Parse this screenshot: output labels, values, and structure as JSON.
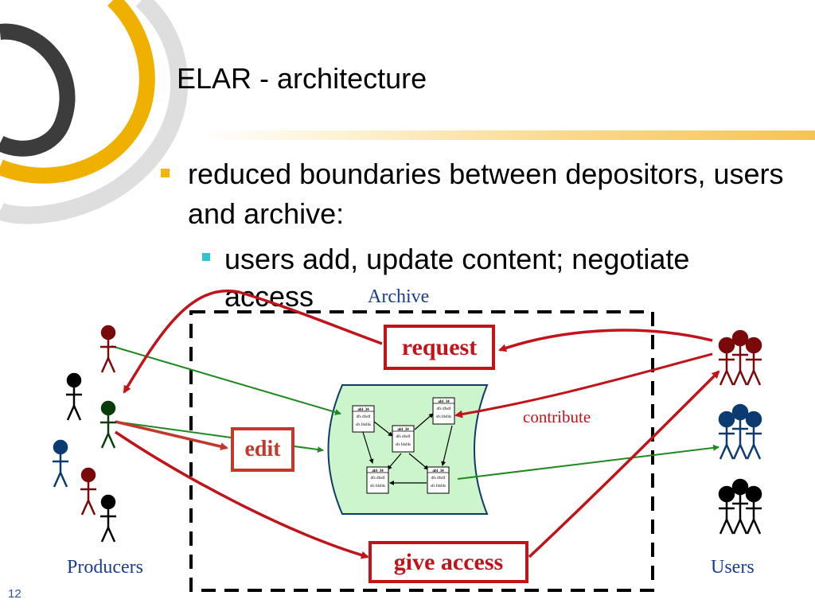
{
  "slide": {
    "title": "ELAR - architecture",
    "bullets": [
      {
        "text": "reduced boundaries between depositors, users and archive:"
      },
      {
        "text": "users add, update content; negotiate access"
      }
    ],
    "slide_number": "12"
  },
  "diagram": {
    "archive_label": "Archive",
    "producers_label": "Producers",
    "users_label": "Users",
    "request_label": "request",
    "edit_label": "edit",
    "give_access_label": "give access",
    "contribute_label": "contribute",
    "doc_node_title": "abl_34",
    "doc_node_line1": "dfs dfsdf",
    "doc_node_line2": "sfs fdsfds"
  },
  "colors": {
    "accent_yellow": "#f5b400",
    "red": "#c0141a",
    "green": "#1f8a1f",
    "blue_text": "#1a3d8f",
    "archive_fill": "#ccf5cc",
    "archive_stroke": "#0b3d6b"
  }
}
